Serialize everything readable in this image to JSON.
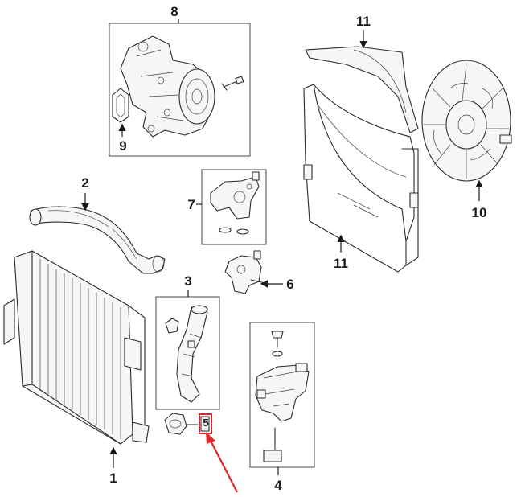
{
  "callouts": {
    "c1": "1",
    "c2": "2",
    "c3": "3",
    "c4": "4",
    "c5": "5",
    "c6": "6",
    "c7": "7",
    "c8": "8",
    "c9": "9",
    "c10": "10",
    "c11a": "11",
    "c11b": "11"
  },
  "colors": {
    "highlight": "#e0262b",
    "line": "#2a2a2a"
  },
  "highlighted_part": "5"
}
